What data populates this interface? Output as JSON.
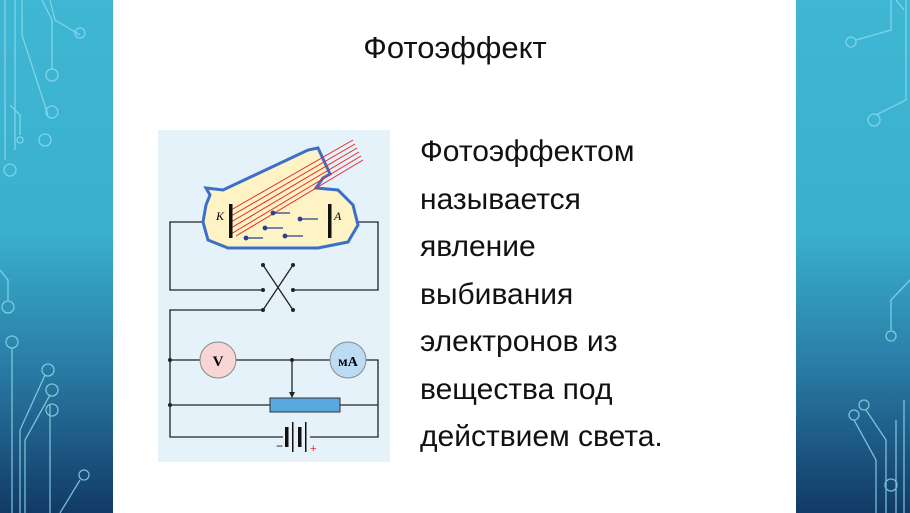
{
  "slide": {
    "title": "Фотоэффект",
    "body_lines": [
      "Фотоэффектом",
      "называется",
      "явление",
      "выбивания",
      "электронов из",
      "вещества под",
      "действием света."
    ]
  },
  "diagram": {
    "cathode_label": "K",
    "anode_label": "A",
    "voltmeter_label": "V",
    "ammeter_label": "мА",
    "minus_label": "−",
    "plus_label": "+"
  },
  "colors": {
    "side_top": "#3fb6d3",
    "side_bottom": "#123a66",
    "light": "#e8262a",
    "resistor": "#5aa8e0"
  }
}
